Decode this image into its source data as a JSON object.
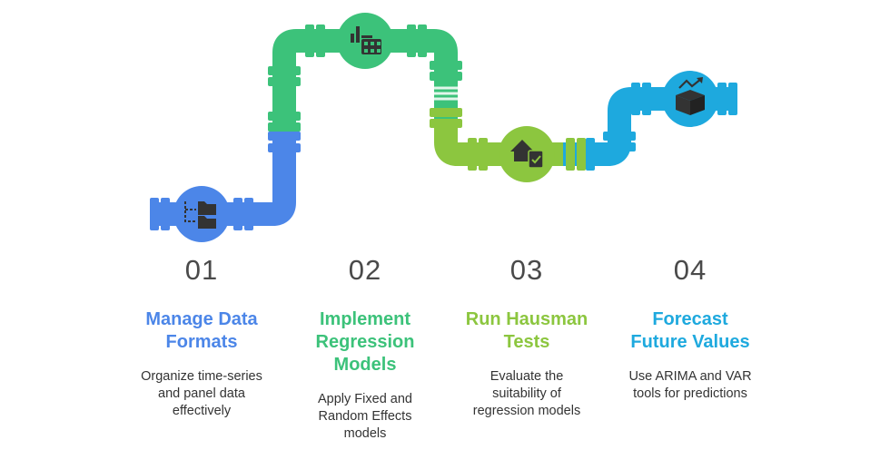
{
  "colors": {
    "blue": "#4C86E8",
    "green": "#3CC27A",
    "lime": "#8CC63F",
    "cyan": "#1EA9DE",
    "icon": "#333333"
  },
  "steps": [
    {
      "number": "01",
      "title_lines": [
        "Manage Data",
        "Formats"
      ],
      "desc_lines": [
        "Organize time-series",
        "and panel data",
        "effectively"
      ],
      "color": "#4C86E8",
      "icon": "folder-tree-icon"
    },
    {
      "number": "02",
      "title_lines": [
        "Implement",
        "Regression",
        "Models"
      ],
      "desc_lines": [
        "Apply Fixed and",
        "Random Effects",
        "models"
      ],
      "color": "#3CC27A",
      "icon": "bar-chart-grid-icon"
    },
    {
      "number": "03",
      "title_lines": [
        "Run Hausman",
        "Tests"
      ],
      "desc_lines": [
        "Evaluate the",
        "suitability of",
        "regression models"
      ],
      "color": "#8CC63F",
      "icon": "house-check-icon"
    },
    {
      "number": "04",
      "title_lines": [
        "Forecast",
        "Future Values"
      ],
      "desc_lines": [
        "Use ARIMA and VAR",
        "tools for predictions"
      ],
      "color": "#1EA9DE",
      "icon": "growth-box-icon"
    }
  ]
}
